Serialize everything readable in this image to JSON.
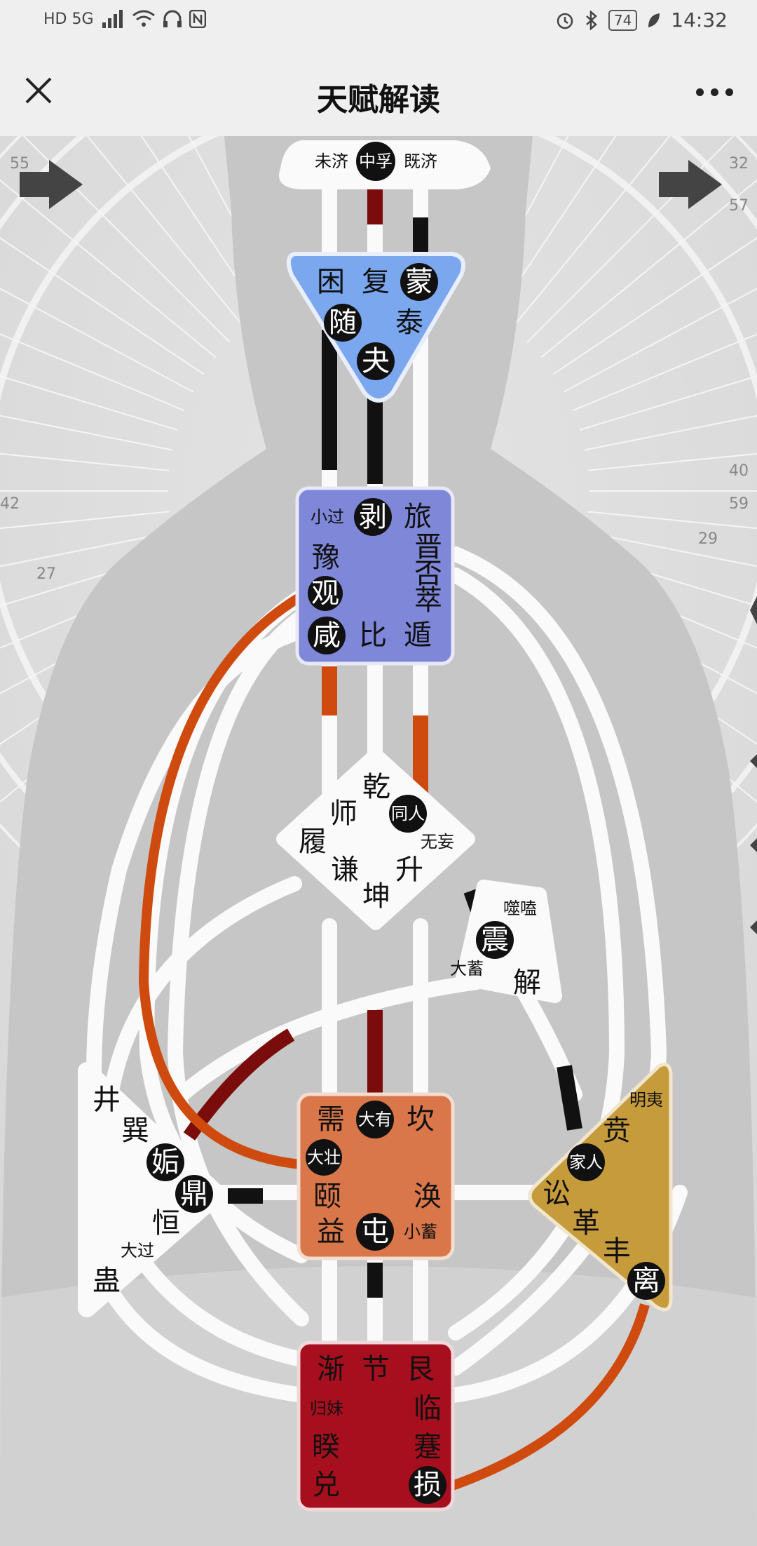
{
  "status": {
    "left": "HD 5G",
    "battery": "74",
    "time": "14:32"
  },
  "header": {
    "title": "天赋解读"
  },
  "head_center": {
    "left": "未济",
    "active": "中孚",
    "right": "既济"
  },
  "ajna": {
    "g1": "困",
    "g2": "复",
    "g3": "蒙",
    "g4": "随",
    "g5": "泰",
    "g6": "夬"
  },
  "throat": {
    "a": "小过",
    "b": "剥",
    "c": "旅",
    "d": "豫",
    "e": "晋",
    "f": "否",
    "g": "萃",
    "h": "观",
    "i": "咸",
    "j": "比",
    "k": "遁"
  },
  "g_center": {
    "a": "乾",
    "b": "师",
    "c": "同人",
    "d": "履",
    "e": "无妄",
    "f": "谦",
    "g": "升",
    "h": "坤"
  },
  "heart": {
    "a": "噬嗑",
    "b": "震",
    "c": "大蓄",
    "d": "解"
  },
  "spleen": {
    "a": "井",
    "b": "巽",
    "c": "姤",
    "d": "鼎",
    "e": "恒",
    "f": "大过",
    "g": "蛊"
  },
  "sacral": {
    "a": "需",
    "b": "大有",
    "c": "坎",
    "d": "大壮",
    "e": "颐",
    "f": "涣",
    "g": "益",
    "h": "屯",
    "i": "小蓄"
  },
  "solar": {
    "a": "明夷",
    "b": "贲",
    "c": "家人",
    "d": "讼",
    "e": "革",
    "f": "丰",
    "g": "离"
  },
  "root": {
    "a": "渐",
    "b": "节",
    "c": "艮",
    "d": "归妹",
    "e": "临",
    "f": "睽",
    "g": "蹇",
    "h": "兑",
    "i": "损"
  },
  "wheel_numbers": [
    "55",
    "32",
    "57",
    "42",
    "59",
    "27",
    "29",
    "40"
  ]
}
